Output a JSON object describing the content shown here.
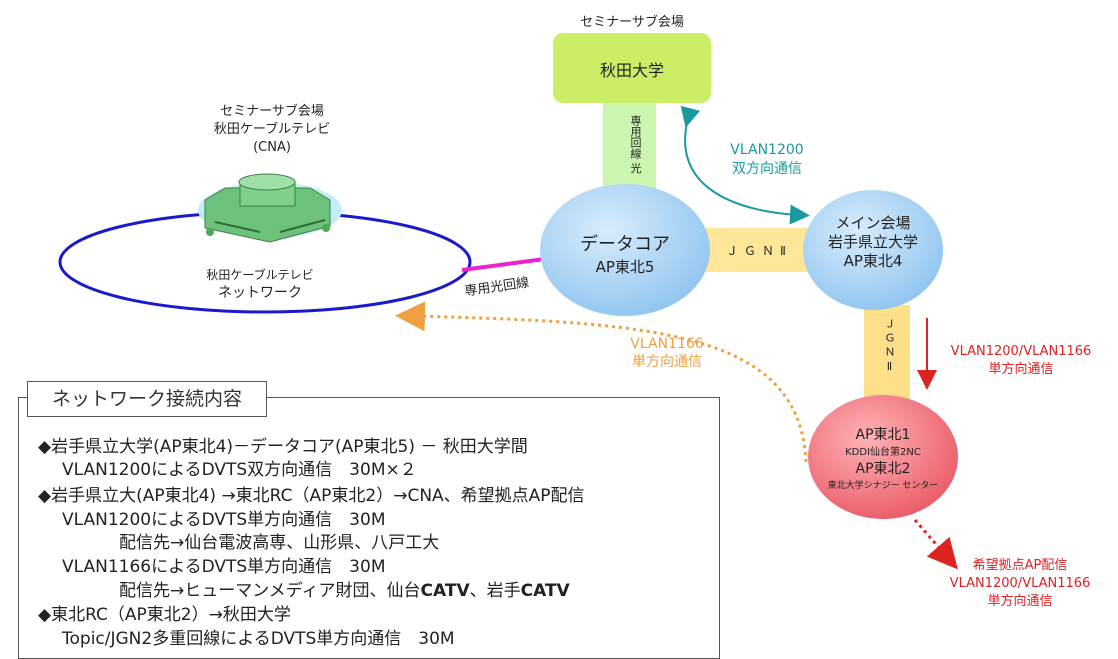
{
  "nodes": {
    "akita_univ": {
      "caption": "セミナーサブ会場",
      "label": "秋田大学",
      "color": "#ccee66"
    },
    "cna": {
      "caption_lines": [
        "セミナーサブ会場",
        "秋田ケーブルテレビ",
        "(CNA)"
      ]
    },
    "cna_network": {
      "lines": [
        "秋田ケーブルテレビ",
        "ネットワーク"
      ]
    },
    "datacore": {
      "line1": "データコア",
      "line2": "AP東北5",
      "color": "#a9d4f5"
    },
    "iwate": {
      "line1": "メイン会場",
      "line2": "岩手県立大学",
      "line3": "AP東北4",
      "color": "#a9d4f5"
    },
    "ap_tohoku": {
      "line1": "AP東北1",
      "line2": "KDDI仙台第2NC",
      "line3": "AP東北2",
      "line4": "東北大学シナジー センター",
      "color": "#f06e78"
    }
  },
  "links": {
    "dedicated_fiber_vertical": "専用回線 光",
    "jgn_horizontal": "ＪＧＮⅡ",
    "jgn_vertical": "ＪＧＮⅡ",
    "dedicated_fiber": "専用光回線"
  },
  "annotations": {
    "vlan1200_bidir": {
      "line1": "VLAN1200",
      "line2": "双方向通信",
      "color": "#1a9aa0"
    },
    "vlan1166_uni": {
      "line1": "VLAN1166",
      "line2": "単方向通信",
      "color": "#f0a040"
    },
    "vlan_iwate_down": {
      "line1": "VLAN1200/VLAN1166",
      "line2": "単方向通信",
      "color": "#dd2222"
    },
    "kibou": {
      "line1": "希望拠点AP配信",
      "line2": "VLAN1200/VLAN1166",
      "line3": "単方向通信",
      "color": "#dd2222"
    }
  },
  "panel": {
    "title": "ネットワーク接続内容",
    "lines": [
      "◆岩手県立大学(AP東北4)－データコア(AP東北5) － 秋田大学間",
      "VLAN1200によるDVTS双方向通信　30M×２",
      "◆岩手県立大(AP東北4) →東北RC（AP東北2）→CNA、希望拠点AP配信",
      "VLAN1200によるDVTS単方向通信　30M",
      "配信先→仙台電波高専、山形県、八戸工大",
      "VLAN1166によるDVTS単方向通信　30M",
      "配信先→ヒューマンメディア財団、仙台",
      "CATV",
      "、岩手",
      "CATV",
      "◆東北RC（AP東北2）→秋田大学",
      "Topic/JGN2多重回線によるDVTS単方向通信　30M"
    ]
  }
}
